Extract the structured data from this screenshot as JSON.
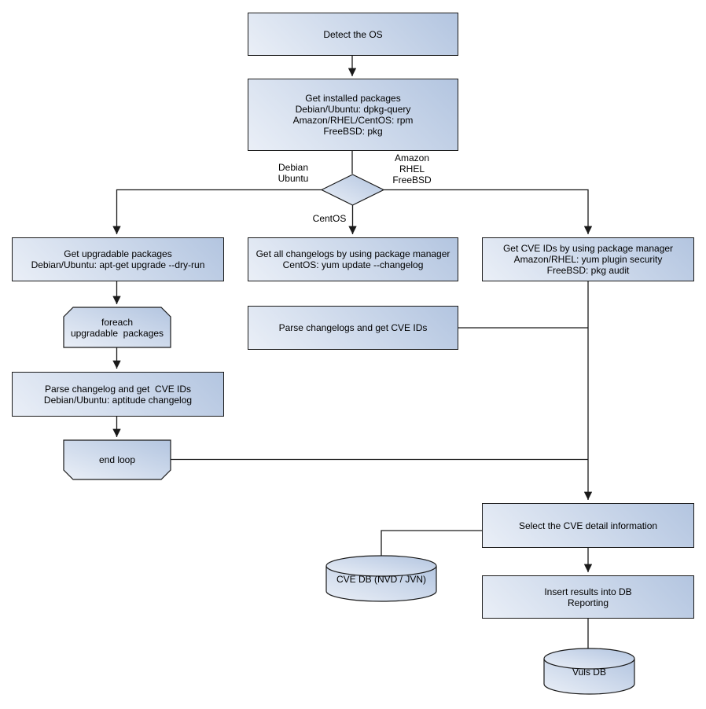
{
  "colors": {
    "node_fill_light": "#eaeff7",
    "node_fill_dark": "#b3c5e0",
    "node_border": "#1a1a1a",
    "edge_line": "#1a1a1a",
    "text": "#000000",
    "background": "#ffffff"
  },
  "nodes": {
    "detect_os": {
      "lines": [
        "Detect the OS"
      ]
    },
    "get_installed": {
      "lines": [
        "Get installed packages",
        "Debian/Ubuntu: dpkg-query",
        "Amazon/RHEL/CentOS: rpm",
        "FreeBSD: pkg"
      ]
    },
    "os_decision": {
      "type": "decision"
    },
    "get_upgradable": {
      "lines": [
        "Get upgradable packages",
        "Debian/Ubuntu: apt-get upgrade --dry-run"
      ]
    },
    "foreach_loop": {
      "lines": [
        "foreach",
        "upgradable  packages"
      ]
    },
    "parse_changelog": {
      "lines": [
        "Parse changelog and get  CVE IDs",
        "Debian/Ubuntu: aptitude changelog"
      ]
    },
    "end_loop": {
      "lines": [
        "end loop"
      ]
    },
    "get_all_changelogs": {
      "lines": [
        "Get all changelogs by using package manager",
        "CentOS: yum update --changelog"
      ]
    },
    "parse_changelogs": {
      "lines": [
        "Parse changelogs and get CVE IDs"
      ]
    },
    "get_cve_ids": {
      "lines": [
        "Get CVE IDs by using package manager",
        "Amazon/RHEL: yum plugin security",
        "FreeBSD: pkg audit"
      ]
    },
    "select_cve": {
      "lines": [
        "Select the CVE detail information"
      ]
    },
    "insert_results": {
      "lines": [
        "Insert results into DB",
        "Reporting"
      ]
    },
    "cve_db": {
      "lines": [
        "CVE DB (NVD / JVN)"
      ]
    },
    "vuls_db": {
      "lines": [
        "Vuls DB"
      ]
    }
  },
  "edge_labels": {
    "debian_ubuntu": {
      "lines": [
        "Debian",
        "Ubuntu"
      ]
    },
    "amazon_rhel_freebsd": {
      "lines": [
        "Amazon",
        "RHEL",
        "FreeBSD"
      ]
    },
    "centos": {
      "lines": [
        "CentOS"
      ]
    }
  },
  "edges": [
    {
      "from": "detect_os",
      "to": "get_installed",
      "arrow": true
    },
    {
      "from": "get_installed",
      "to": "os_decision",
      "arrow": false
    },
    {
      "from": "os_decision",
      "to": "get_upgradable",
      "label": "Debian Ubuntu",
      "arrow": true
    },
    {
      "from": "os_decision",
      "to": "get_all_changelogs",
      "label": "CentOS",
      "arrow": true
    },
    {
      "from": "os_decision",
      "to": "get_cve_ids",
      "label": "Amazon RHEL FreeBSD",
      "arrow": true
    },
    {
      "from": "get_upgradable",
      "to": "foreach_loop",
      "arrow": true
    },
    {
      "from": "foreach_loop",
      "to": "parse_changelog",
      "arrow": true
    },
    {
      "from": "parse_changelog",
      "to": "end_loop",
      "arrow": true
    },
    {
      "from": "end_loop",
      "to": "select_cve",
      "arrow": true
    },
    {
      "from": "get_all_changelogs",
      "to": "parse_changelogs",
      "arrow": true
    },
    {
      "from": "parse_changelogs",
      "to": "select_cve",
      "arrow": true
    },
    {
      "from": "get_cve_ids",
      "to": "select_cve",
      "arrow": true
    },
    {
      "from": "cve_db",
      "to": "select_cve",
      "arrow": false
    },
    {
      "from": "select_cve",
      "to": "insert_results",
      "arrow": true
    },
    {
      "from": "insert_results",
      "to": "vuls_db",
      "arrow": false
    }
  ]
}
